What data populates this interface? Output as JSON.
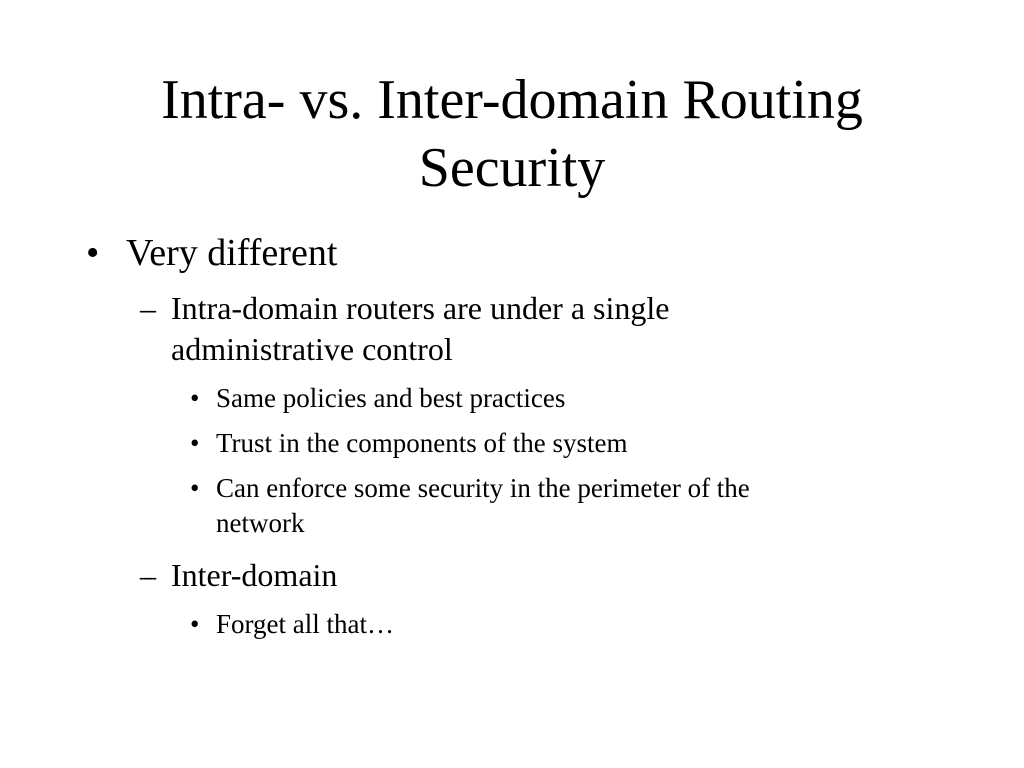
{
  "slide": {
    "title_line1": "Intra- vs. Inter-domain Routing",
    "title_line2": "Security",
    "bullets": {
      "b1": {
        "marker": "•",
        "text": "Very different"
      },
      "b1_1": {
        "marker": "–",
        "line1": "Intra-domain routers are under a single",
        "line2": "administrative control"
      },
      "b1_1_1": {
        "marker": "•",
        "text": "Same policies and best practices"
      },
      "b1_1_2": {
        "marker": "•",
        "text": "Trust in the components of the system"
      },
      "b1_1_3": {
        "marker": "•",
        "line1": "Can enforce some security in the perimeter of the",
        "line2": "network"
      },
      "b1_2": {
        "marker": "–",
        "text": "Inter-domain"
      },
      "b1_2_1": {
        "marker": "•",
        "text": "Forget all that…"
      }
    }
  }
}
